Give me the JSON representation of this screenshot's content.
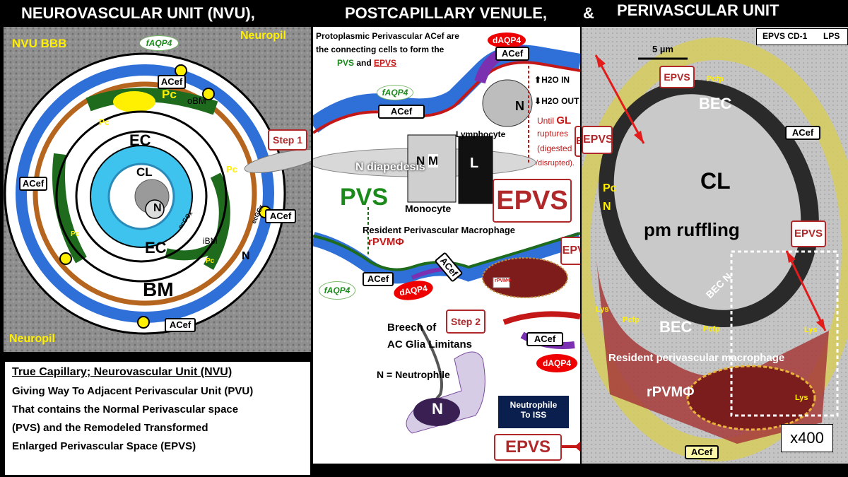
{
  "headers": {
    "nvu": "NEUROVASCULAR UNIT (NVU),",
    "pcv": "POSTCAPILLARY VENULE,",
    "amp": "&",
    "pvu": "PERIVASCULAR UNIT"
  },
  "left": {
    "nvu_bbb": "NVU BBB",
    "neuropil_top": "Neuropil",
    "neuropil_bottom": "Neuropil",
    "faqp4": "fAQP4",
    "acef_top": "ACef",
    "acef_left": "ACef",
    "acef_right": "ACef",
    "acef_bottom": "ACef",
    "pc1": "Pc",
    "pc2": "Pc",
    "pc3": "Pc",
    "pc4": "Pc",
    "pc5": "Pc",
    "obm": "oBM",
    "ibm": "iBM",
    "ec_top": "EC",
    "ec_bottom": "EC",
    "cl": "CL",
    "n": "N",
    "n_side": "N",
    "ecgcx1": "ecGCx",
    "ecgcx2": "ecGCx",
    "ecgcx3": "ecGCx",
    "ecgcx4": "ecGCx",
    "bm": "BM",
    "step1": "Step 1"
  },
  "middle": {
    "intro_line1": "Protoplasmic Perivascular ACef are",
    "intro_line2": "the connecting cells to form the",
    "intro_pvs": "PVS",
    "intro_and": " and ",
    "intro_epvs": "EPVS",
    "daqp4_top": "dAQP4",
    "acef_top": "ACef",
    "h2o_in": "H2O IN",
    "h2o_out": "H2O OUT",
    "faqp4_top": "fAQP4",
    "acef_mid": "ACef",
    "n_mid": "N",
    "until": "Until ",
    "gl": "GL",
    "ruptures": "ruptures",
    "digested": "(digested",
    "disrupted": "/disrupted).",
    "lymphocyte": "Lymphocyte",
    "epvs_small": "EPVS",
    "n_diapedesis": "N diapedesis",
    "inset_nm": "N",
    "inset_m": "M",
    "inset_l": "L",
    "pvs": "PVS",
    "monocyte": "Monocyte",
    "epvs_big": "EPVS",
    "resident_label": "Resident Perivascular Macrophage",
    "rpvm_label": "rPVMΦ",
    "rpvm_cell": "rPVMΦ",
    "rpvm_tiny": "rPVMΦ",
    "epvs_right": "EPVS",
    "faqp4_bottom": "fAQP4",
    "acef_bottom": "ACef",
    "daqp4_bottom": "dAQP4",
    "acef_tag": "ACef",
    "step2": "Step 2",
    "breech_line1": "Breech of",
    "breech_line2": "AC Glia Limitans",
    "acef_lower": "ACef",
    "daqp4_lower": "dAQP4",
    "n_neutrophile": "N = Neutrophile",
    "n_cell": "N",
    "neutrophile_iss_1": "Neutrophile",
    "neutrophile_iss_2": "To ISS",
    "epvs_bottom": "EPVS"
  },
  "right": {
    "epvs_cd1": "EPVS CD-1",
    "lps": "LPS",
    "scale": "5 µm",
    "epvs_top": "EPVS",
    "pcfp_top": "Pcfp",
    "bec_top": "BEC",
    "acef_right": "ACef",
    "epvs_left": "EPVS",
    "cl": "CL",
    "pm_ruffling": "pm ruffling",
    "pc": "Pc",
    "n": "N",
    "epvs_right": "EPVS",
    "bec_n": "BEC N",
    "lys1": "Lys",
    "lys2": "Lys",
    "lys3": "Lys",
    "bec_bottom": "BEC",
    "pcfp1": "Pcfp",
    "pcfp2": "Pcfp",
    "resident": "Resident perivascular macrophage",
    "rpvm": "rPVMΦ",
    "magnification": "x400",
    "acef_bottom": "ACef"
  },
  "caption": {
    "line1": "True Capillary; Neurovascular Unit (NVU)",
    "line2": "Giving Way To Adjacent Perivascular Unit (PVU)",
    "line3": "That contains the Normal Perivascular space",
    "line4": "(PVS) and the Remodeled Transformed",
    "line5": "Enlarged Perivascular Space (EPVS)"
  },
  "colors": {
    "astro_blue": "#2e6fd8",
    "pericyte_green": "#1e6b1e",
    "bm_brown": "#b5651d",
    "lumen_cyan": "#3ec3ee",
    "epvs_red": "#b0282a",
    "glia_yellow": "#e8d24a"
  }
}
